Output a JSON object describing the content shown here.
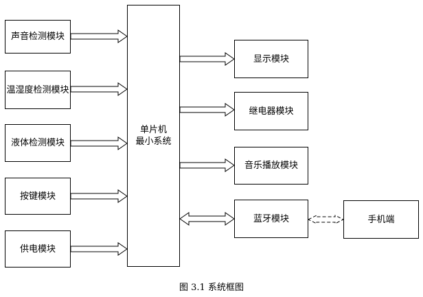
{
  "inputs": [
    {
      "label": "声音检测模块"
    },
    {
      "label": "温湿度检测模块"
    },
    {
      "label": "液体检测模块"
    },
    {
      "label": "按键模块"
    },
    {
      "label": "供电模块"
    }
  ],
  "mcu": {
    "line1": "单片机",
    "line2": "最小系统"
  },
  "outputs": [
    {
      "label": "显示模块"
    },
    {
      "label": "继电器模块"
    },
    {
      "label": "音乐播放模块"
    },
    {
      "label": "蓝牙模块"
    }
  ],
  "phone": {
    "label": "手机端"
  },
  "caption": "图 3.1  系统框图"
}
